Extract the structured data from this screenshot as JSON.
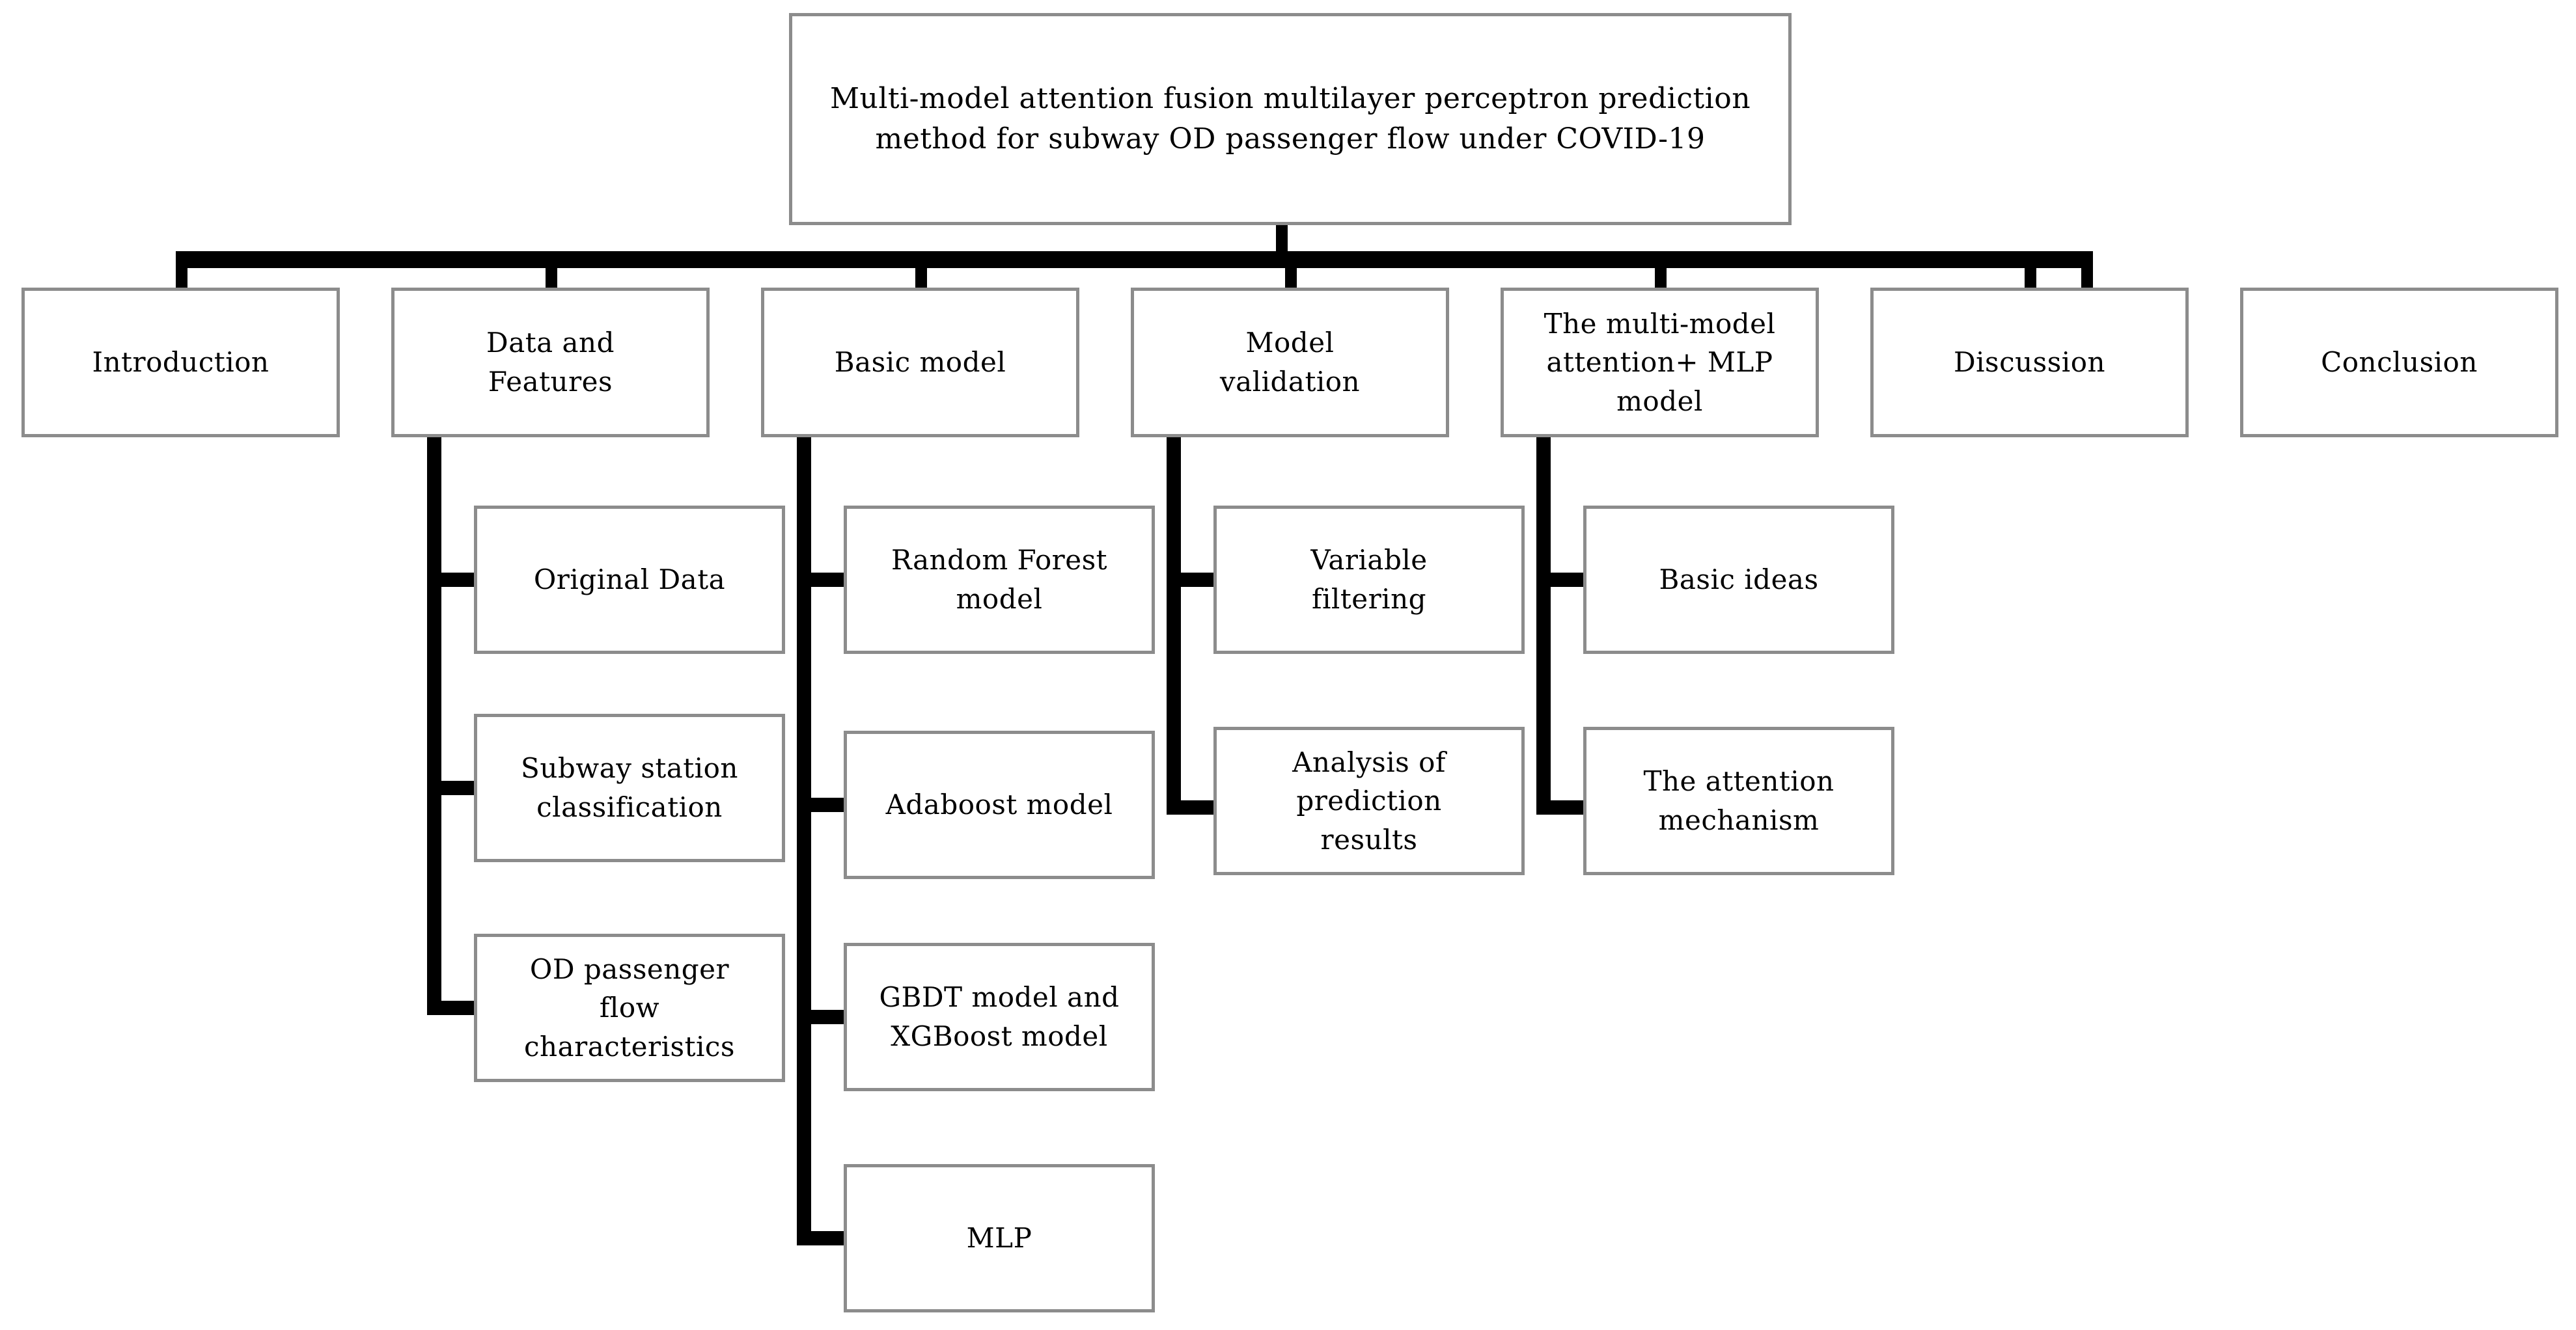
{
  "diagram": {
    "type": "tree-flowchart",
    "title_node": {
      "id": "root",
      "label": "Multi-model attention fusion multilayer perceptron prediction method for subway OD passenger flow under COVID-19"
    },
    "level2": [
      {
        "id": "introduction",
        "label": "Introduction"
      },
      {
        "id": "data-and-features",
        "label": "Data and\nFeatures"
      },
      {
        "id": "basic-model",
        "label": "Basic model"
      },
      {
        "id": "model-validation",
        "label": "Model\nvalidation"
      },
      {
        "id": "attention-mlp",
        "label": "The multi-model\nattention+ MLP\nmodel"
      },
      {
        "id": "discussion",
        "label": "Discussion"
      },
      {
        "id": "conclusion",
        "label": "Conclusion"
      }
    ],
    "children_data_features": [
      {
        "id": "original-data",
        "label": "Original Data"
      },
      {
        "id": "station-classification",
        "label": "Subway station\nclassification"
      },
      {
        "id": "od-flow-characteristics",
        "label": "OD passenger\nflow\ncharacteristics"
      }
    ],
    "children_basic_model": [
      {
        "id": "random-forest",
        "label": "Random Forest\nmodel"
      },
      {
        "id": "adaboost",
        "label": "Adaboost model"
      },
      {
        "id": "gbdt-xgboost",
        "label": "GBDT model and\nXGBoost model"
      },
      {
        "id": "mlp",
        "label": "MLP"
      }
    ],
    "children_model_validation": [
      {
        "id": "variable-filtering",
        "label": "Variable\nfiltering"
      },
      {
        "id": "prediction-analysis",
        "label": "Analysis of\nprediction\nresults"
      }
    ],
    "children_attention_mlp": [
      {
        "id": "basic-ideas",
        "label": "Basic ideas"
      },
      {
        "id": "attention-mechanism",
        "label": "The attention\nmechanism"
      }
    ],
    "colors": {
      "box_border": "#8c8c8c",
      "connector": "#000000",
      "background": "#ffffff",
      "text": "#000000"
    }
  }
}
